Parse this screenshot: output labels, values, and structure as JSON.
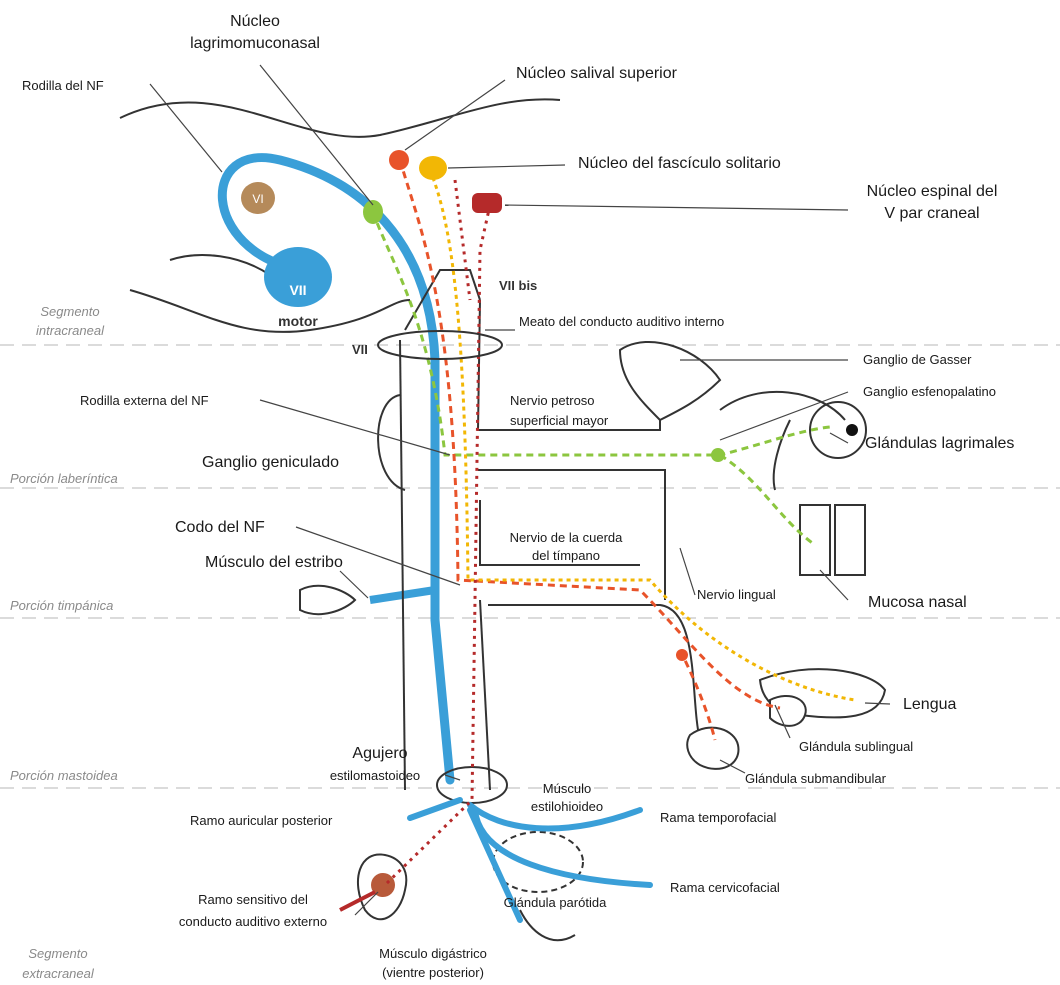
{
  "labels": {
    "nucleo_lagrimo_1": "Núcleo",
    "nucleo_lagrimo_2": "lagrimomuconasal",
    "rodilla_nf": "Rodilla del NF",
    "salival": "Núcleo salival superior",
    "fasciculo": "Núcleo del fascículo solitario",
    "espinal_1": "Núcleo espinal del",
    "espinal_2": "V par craneal",
    "vi": "VI",
    "vii_motor_1": "VII",
    "vii_motor_2": "motor",
    "vii_bis": "VII bis",
    "vii": "VII",
    "meato": "Meato del conducto auditivo interno",
    "gasser": "Ganglio de Gasser",
    "esfenopalatino": "Ganglio esfenopalatino",
    "rodilla_ext": "Rodilla externa del NF",
    "petroso_1": "Nervio petroso",
    "petroso_2": "superficial mayor",
    "lagrimales": "Glándulas lagrimales",
    "geniculado": "Ganglio geniculado",
    "codo": "Codo del NF",
    "cuerda_1": "Nervio de la cuerda",
    "cuerda_2": "del tímpano",
    "estribo": "Músculo del estribo",
    "lingual": "Nervio lingual",
    "mucosa": "Mucosa nasal",
    "lengua": "Lengua",
    "sublingual": "Glándula sublingual",
    "agujero_1": "Agujero",
    "agujero_2": "estilomastoideo",
    "submandibular": "Glándula submandibular",
    "estilohioideo_1": "Músculo",
    "estilohioideo_2": "estilohioideo",
    "auricular": "Ramo auricular posterior",
    "temporofacial": "Rama temporofacial",
    "cervicofacial": "Rama cervicofacial",
    "parotida": "Glándula parótida",
    "sensitivo_1": "Ramo sensitivo del",
    "sensitivo_2": "conducto auditivo externo",
    "digastrico_1": "Músculo digástrico",
    "digastrico_2": "(vientre posterior)"
  },
  "segments": {
    "intracraneal_1": "Segmento",
    "intracraneal_2": "intracraneal",
    "laberintica": "Porción laberíntica",
    "timpanica": "Porción timpánica",
    "mastoidea": "Porción mastoidea",
    "extracraneal_1": "Segmento",
    "extracraneal_2": "extracraneal"
  },
  "colors": {
    "motor": "#3a9fd8",
    "green": "#8cc63f",
    "orange": "#e8532a",
    "yellow": "#f2b705",
    "red": "#b52a2a",
    "brown": "#b58a5a",
    "outline": "#333333"
  }
}
